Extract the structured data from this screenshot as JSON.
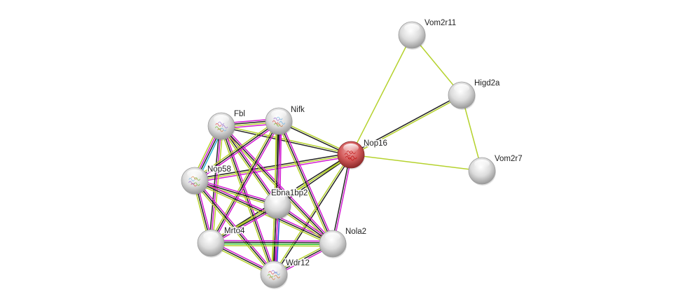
{
  "network": {
    "query_node": "Nop16",
    "colors": {
      "query_node": "#d44a4a",
      "node": "#d0d0d0",
      "coexpression": "#222222",
      "textmining": "#b5d22d",
      "experiments": "#d21bd2",
      "databases": "#22b4d2",
      "neighborhood": "#22c022",
      "cooccurrence": "#2244d2"
    },
    "nodes": [
      {
        "id": "Fbl",
        "label": "Fbl",
        "query": false,
        "structure": true
      },
      {
        "id": "Nifk",
        "label": "Nifk",
        "query": false,
        "structure": true
      },
      {
        "id": "Nop16",
        "label": "Nop16",
        "query": true,
        "structure": true
      },
      {
        "id": "Nop58",
        "label": "Nop58",
        "query": false,
        "structure": true
      },
      {
        "id": "Ebna1bp2",
        "label": "Ebna1bp2",
        "query": false,
        "structure": false
      },
      {
        "id": "Mrto4",
        "label": "Mrto4",
        "query": false,
        "structure": false
      },
      {
        "id": "Nola2",
        "label": "Nola2",
        "query": false,
        "structure": false
      },
      {
        "id": "Wdr12",
        "label": "Wdr12",
        "query": false,
        "structure": true
      },
      {
        "id": "Vom2r11",
        "label": "Vom2r11",
        "query": false,
        "structure": false
      },
      {
        "id": "Higd2a",
        "label": "Higd2a",
        "query": false,
        "structure": false
      },
      {
        "id": "Vom2r7",
        "label": "Vom2r7",
        "query": false,
        "structure": false
      }
    ],
    "edges": [
      {
        "a": "Nop16",
        "b": "Vom2r11",
        "types": [
          "textmining"
        ]
      },
      {
        "a": "Nop16",
        "b": "Higd2a",
        "types": [
          "coexpression",
          "textmining"
        ]
      },
      {
        "a": "Nop16",
        "b": "Vom2r7",
        "types": [
          "textmining"
        ]
      },
      {
        "a": "Vom2r11",
        "b": "Higd2a",
        "types": [
          "textmining"
        ]
      },
      {
        "a": "Higd2a",
        "b": "Vom2r7",
        "types": [
          "textmining"
        ]
      },
      {
        "a": "Nop16",
        "b": "Fbl",
        "types": [
          "coexpression",
          "textmining"
        ]
      },
      {
        "a": "Nop16",
        "b": "Nifk",
        "types": [
          "coexpression",
          "textmining"
        ]
      },
      {
        "a": "Nop16",
        "b": "Nop58",
        "types": [
          "experiments",
          "textmining",
          "coexpression"
        ]
      },
      {
        "a": "Nop16",
        "b": "Ebna1bp2",
        "types": [
          "coexpression",
          "textmining"
        ]
      },
      {
        "a": "Nop16",
        "b": "Mrto4",
        "types": [
          "textmining",
          "coexpression"
        ]
      },
      {
        "a": "Nop16",
        "b": "Nola2",
        "types": [
          "experiments",
          "coexpression"
        ]
      },
      {
        "a": "Nop16",
        "b": "Wdr12",
        "types": [
          "coexpression",
          "textmining"
        ]
      },
      {
        "a": "Fbl",
        "b": "Nifk",
        "types": [
          "experiments",
          "coexpression",
          "textmining",
          "experiments"
        ]
      },
      {
        "a": "Fbl",
        "b": "Nop58",
        "types": [
          "databases",
          "coexpression",
          "experiments",
          "textmining"
        ]
      },
      {
        "a": "Fbl",
        "b": "Ebna1bp2",
        "types": [
          "experiments",
          "coexpression",
          "textmining"
        ]
      },
      {
        "a": "Fbl",
        "b": "Mrto4",
        "types": [
          "textmining",
          "experiments",
          "coexpression"
        ]
      },
      {
        "a": "Fbl",
        "b": "Nola2",
        "types": [
          "experiments",
          "coexpression",
          "textmining"
        ]
      },
      {
        "a": "Fbl",
        "b": "Wdr12",
        "types": [
          "experiments",
          "coexpression",
          "textmining"
        ]
      },
      {
        "a": "Nifk",
        "b": "Nop58",
        "types": [
          "experiments",
          "coexpression",
          "textmining"
        ]
      },
      {
        "a": "Nifk",
        "b": "Ebna1bp2",
        "types": [
          "experiments",
          "coexpression",
          "coexpression",
          "textmining"
        ]
      },
      {
        "a": "Nifk",
        "b": "Mrto4",
        "types": [
          "experiments",
          "coexpression",
          "textmining"
        ]
      },
      {
        "a": "Nifk",
        "b": "Nola2",
        "types": [
          "experiments",
          "coexpression",
          "textmining"
        ]
      },
      {
        "a": "Nifk",
        "b": "Wdr12",
        "types": [
          "experiments",
          "coexpression",
          "textmining"
        ]
      },
      {
        "a": "Nop58",
        "b": "Ebna1bp2",
        "types": [
          "experiments",
          "coexpression",
          "textmining"
        ]
      },
      {
        "a": "Nop58",
        "b": "Mrto4",
        "types": [
          "experiments",
          "coexpression",
          "textmining"
        ]
      },
      {
        "a": "Nop58",
        "b": "Nola2",
        "types": [
          "experiments",
          "coexpression",
          "textmining"
        ]
      },
      {
        "a": "Nop58",
        "b": "Wdr12",
        "types": [
          "experiments",
          "coexpression",
          "textmining"
        ]
      },
      {
        "a": "Ebna1bp2",
        "b": "Mrto4",
        "types": [
          "experiments",
          "coexpression",
          "textmining"
        ]
      },
      {
        "a": "Ebna1bp2",
        "b": "Nola2",
        "types": [
          "experiments",
          "coexpression",
          "textmining"
        ]
      },
      {
        "a": "Ebna1bp2",
        "b": "Wdr12",
        "types": [
          "cooccurrence",
          "experiments",
          "coexpression",
          "textmining"
        ]
      },
      {
        "a": "Mrto4",
        "b": "Nola2",
        "types": [
          "experiments",
          "coexpression",
          "neighborhood",
          "textmining"
        ]
      },
      {
        "a": "Mrto4",
        "b": "Wdr12",
        "types": [
          "experiments",
          "coexpression",
          "textmining"
        ]
      },
      {
        "a": "Nola2",
        "b": "Wdr12",
        "types": [
          "experiments",
          "coexpression",
          "textmining"
        ]
      }
    ]
  }
}
